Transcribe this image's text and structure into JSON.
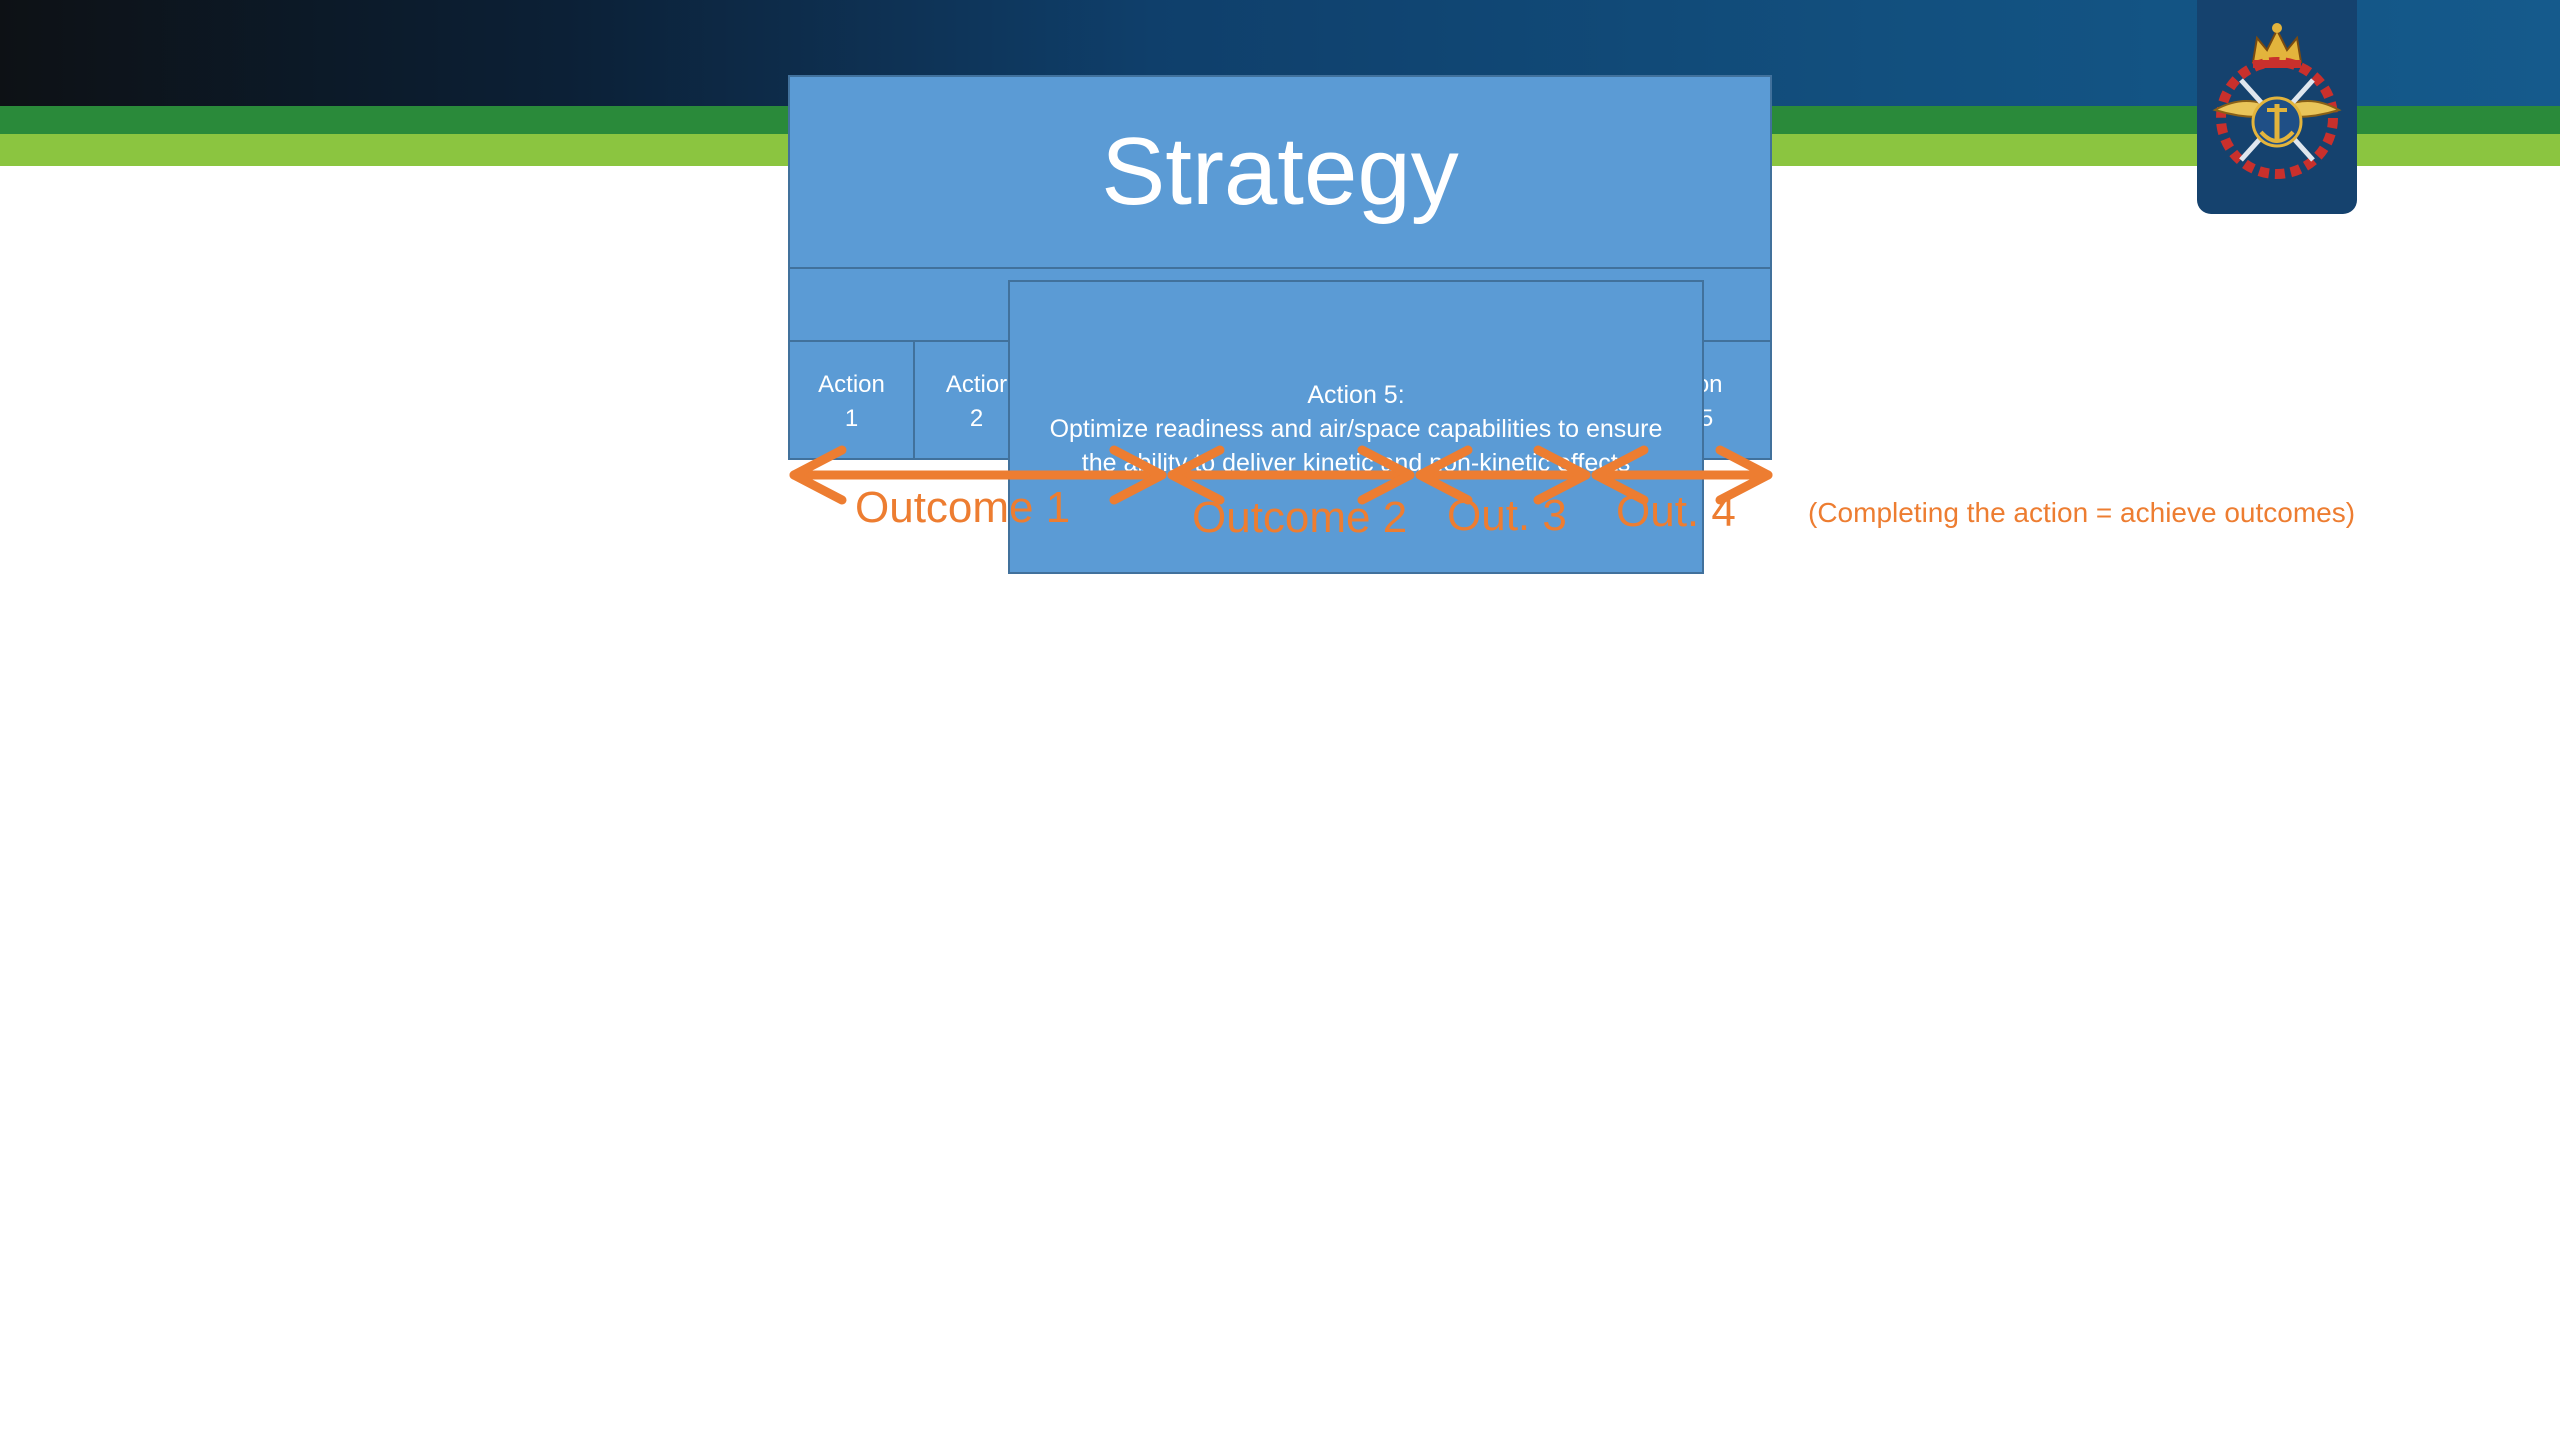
{
  "slide": {
    "title": "Strategy",
    "actions": [
      {
        "label": "Action",
        "number": "1"
      },
      {
        "label": "Actior",
        "number": "2"
      },
      {
        "label": "ion",
        "number": "5"
      }
    ],
    "focus_action": {
      "heading": "Action 5:",
      "line1": "Optimize readiness and air/space capabilities to ensure",
      "line2": "the ability to deliver kinetic and non-kinetic effects"
    },
    "outcomes": [
      "Outcome 1",
      "Outcome 2",
      "Out. 3",
      "Out. 4"
    ],
    "note": "(Completing the action = achieve outcomes)"
  },
  "colors": {
    "box_fill": "#5b9bd5",
    "box_border": "#41719c",
    "accent_orange": "#ed7d31",
    "stripe_dark_green": "#2a8a3a",
    "stripe_light_green": "#8bc540"
  },
  "icons": {
    "crest": "military-crest-icon",
    "arrow": "double-arrow-icon"
  }
}
